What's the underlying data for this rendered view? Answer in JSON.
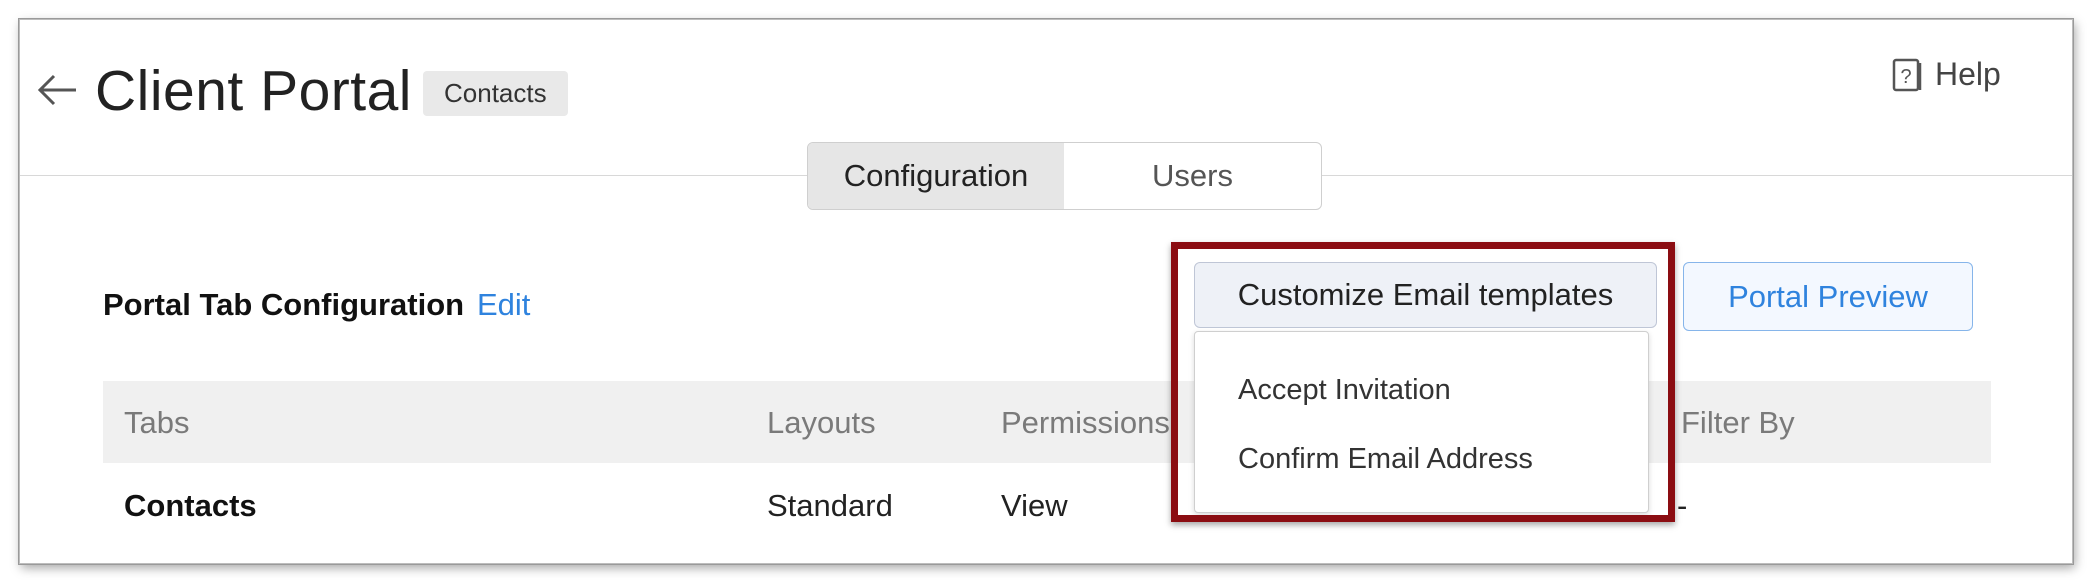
{
  "header": {
    "title": "Client Portal",
    "module_badge": "Contacts",
    "help_label": "Help"
  },
  "tabs": [
    {
      "label": "Configuration",
      "active": true
    },
    {
      "label": "Users",
      "active": false
    }
  ],
  "section": {
    "title": "Portal Tab Configuration",
    "edit_label": "Edit"
  },
  "toolbar": {
    "customize_label": "Customize Email templates",
    "preview_label": "Portal Preview"
  },
  "dropdown": {
    "items": [
      "Accept Invitation",
      "Confirm Email Address"
    ]
  },
  "table": {
    "columns": [
      "Tabs",
      "Layouts",
      "Permissions",
      "Filter By"
    ],
    "rows": [
      {
        "tab": "Contacts",
        "layout": "Standard",
        "permission": "View",
        "filter": "-"
      }
    ]
  },
  "colors": {
    "accent": "#2f83de",
    "highlight_border": "#8b0d12"
  },
  "icons": {
    "back": "arrow-left-icon",
    "help": "help-book-icon"
  }
}
